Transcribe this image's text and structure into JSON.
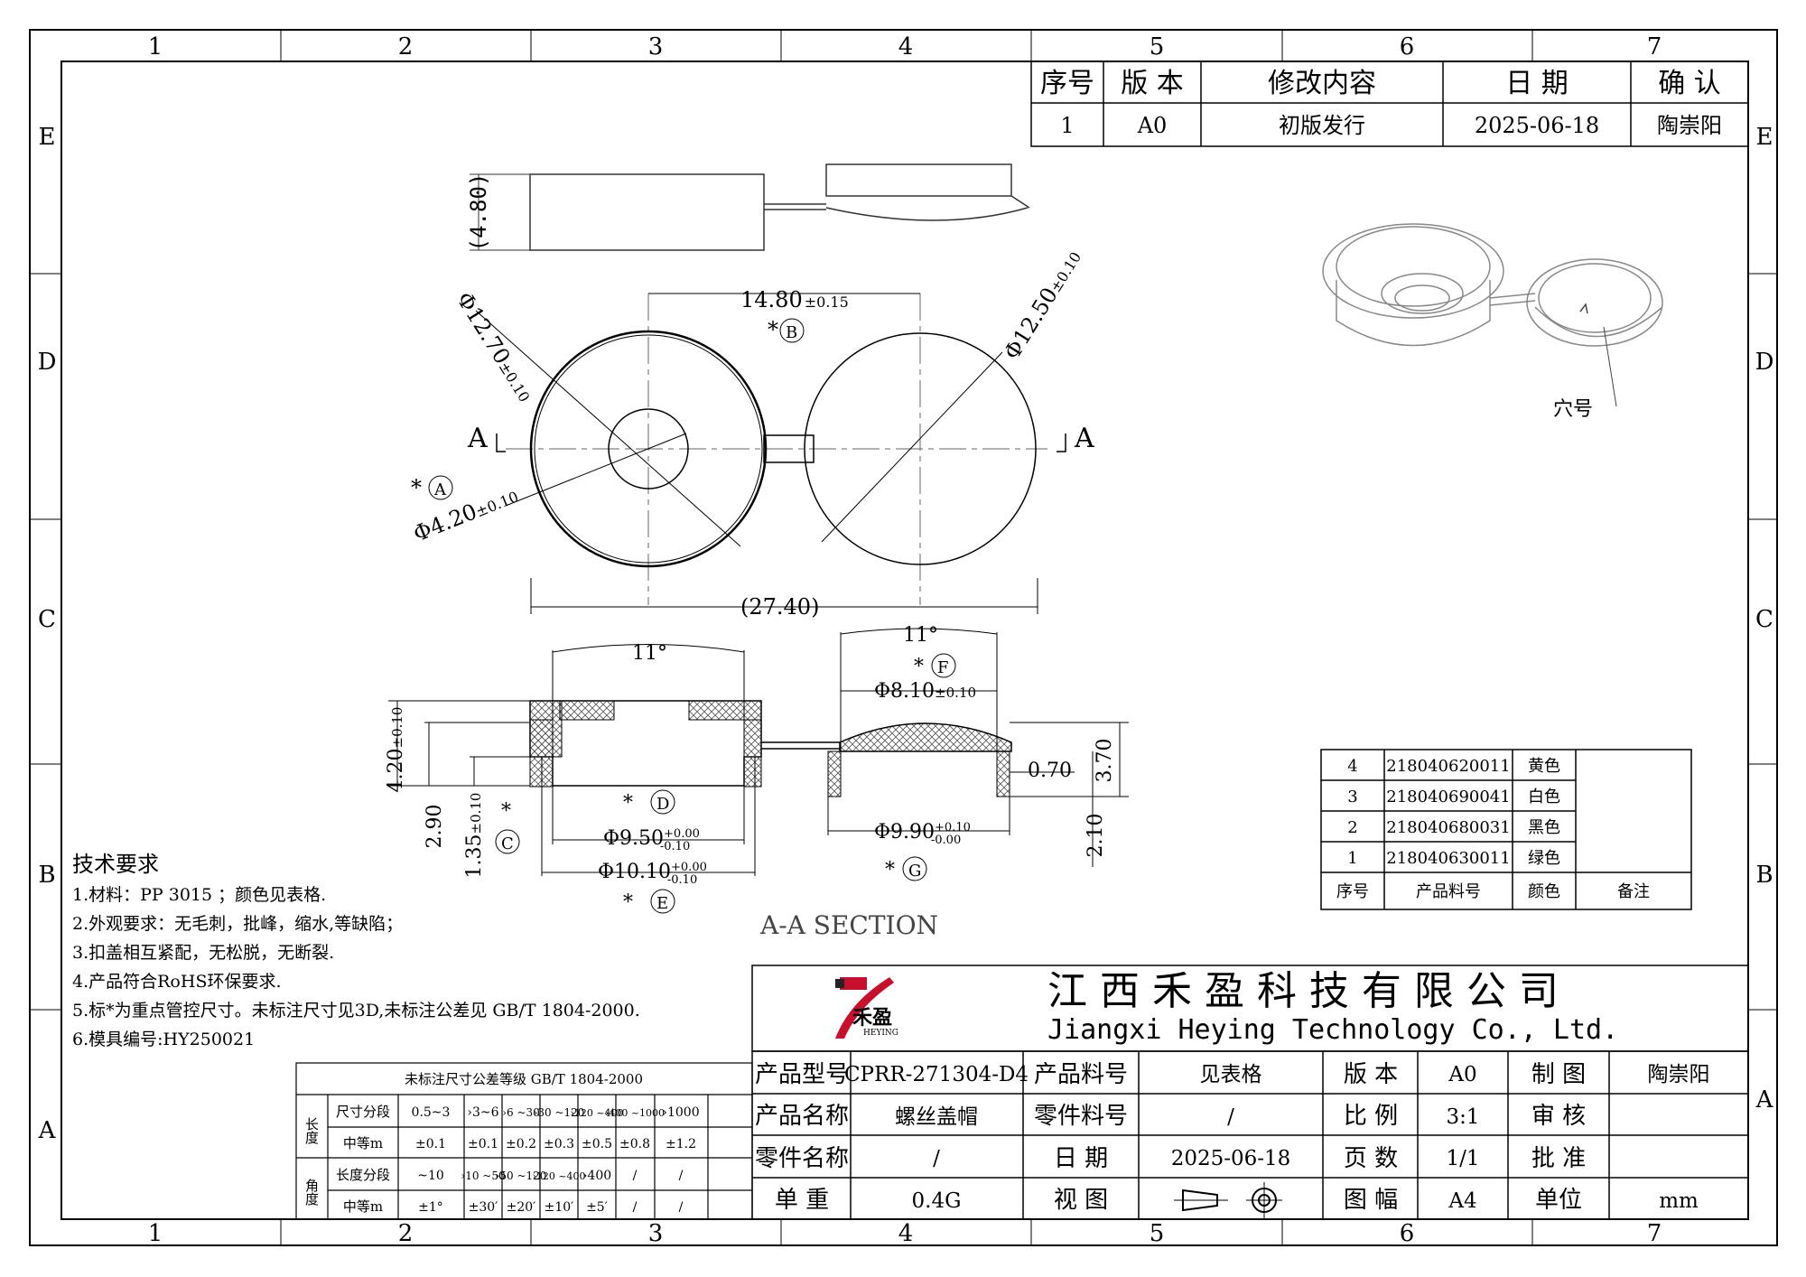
{
  "grid": {
    "columns": [
      "1",
      "2",
      "3",
      "4",
      "5",
      "6",
      "7"
    ],
    "rows": [
      "E",
      "D",
      "C",
      "B",
      "A"
    ]
  },
  "revision_table": {
    "headers": [
      "序号",
      "版 本",
      "修改内容",
      "日 期",
      "确 认"
    ],
    "rows": [
      [
        "1",
        "A0",
        "初版发行",
        "2025-06-18",
        "陶崇阳"
      ]
    ]
  },
  "dimensions": {
    "height_ref": "(4.80)",
    "center_dist": "14.80",
    "center_dist_tol": "±0.15",
    "mark_b": "B",
    "dia_left": "Φ12.70",
    "dia_left_tol": "±0.10",
    "dia_right": "Φ12.50",
    "dia_right_tol": "±0.10",
    "dia_hole": "Φ4.20",
    "dia_hole_tol": "±0.10",
    "mark_a": "A",
    "overall_ref": "(27.40)",
    "section_label": "A",
    "star": "*",
    "angle_left": "11°",
    "angle_right": "11°",
    "thick_left": "4.20",
    "thick_left_tol": "±0.10",
    "h_290": "2.90",
    "h_135": "1.35",
    "h_135_tol": "±0.10",
    "mark_c": "C",
    "mark_d": "D",
    "dia_950": "Φ9.50",
    "dia_950_up": "+0.00",
    "dia_950_dn": "-0.10",
    "dia_1010": "Φ10.10",
    "dia_1010_up": "+0.00",
    "dia_1010_dn": "-0.10",
    "mark_e": "E",
    "mark_f": "F",
    "dia_810": "Φ8.10",
    "dia_810_tol": "±0.10",
    "wall_070": "0.70",
    "h_370": "3.70",
    "h_210": "2.10",
    "dia_990": "Φ9.90",
    "dia_990_up": "+0.10",
    "dia_990_dn": "-0.00",
    "mark_g": "G",
    "section_title": "A-A SECTION",
    "cavity_label": "穴号"
  },
  "color_table": {
    "rows": [
      [
        "4",
        "218040620011",
        "黄色",
        ""
      ],
      [
        "3",
        "218040690041",
        "白色",
        ""
      ],
      [
        "2",
        "218040680031",
        "黑色",
        ""
      ],
      [
        "1",
        "218040630011",
        "绿色",
        ""
      ]
    ],
    "headers": [
      "序号",
      "产品料号",
      "颜色",
      "备注"
    ]
  },
  "tech_requirements": {
    "title": "技术要求",
    "items": [
      "1.材料：PP 3015 ；颜色见表格.",
      "2.外观要求：无毛刺，批峰，缩水,等缺陷；",
      "3.扣盖相互紧配，无松脱，无断裂.",
      "4.产品符合RoHS环保要求.",
      "5.标*为重点管控尺寸。未标注尺寸见3D,未标注公差见 GB/T 1804-2000.",
      "6.模具编号:HY250021"
    ]
  },
  "tolerance_table": {
    "title": "未标注尺寸公差等级   GB/T 1804-2000",
    "length_label": "长度",
    "angle_label": "角度",
    "size_seg": "尺寸分段",
    "medium": "中等m",
    "length_seg": "长度分段",
    "len_ranges": [
      "0.5~3",
      "›3~6",
      "›6 ~30",
      "›30 ~120",
      "›120 ~400",
      "›400 ~1000",
      "›1000"
    ],
    "len_tols": [
      "±0.1",
      "±0.1",
      "±0.2",
      "±0.3",
      "±0.5",
      "±0.8",
      "±1.2"
    ],
    "ang_ranges": [
      "~10",
      "›10 ~50",
      "›50 ~120",
      "›120 ~400",
      "›400",
      "/",
      "/"
    ],
    "ang_tols": [
      "±1°",
      "±30′",
      "±20′",
      "±10′",
      "±5′",
      "/",
      "/"
    ]
  },
  "company": {
    "logo_text": "禾盈",
    "logo_sub": "HEYING",
    "name_cn": "江 西 禾 盈 科 技 有 限 公 司",
    "name_en": "Jiangxi  Heying  Technology  Co., Ltd."
  },
  "title_block": {
    "product_model_label": "产品型号",
    "product_model": "CPRR-271304-D4",
    "product_part_label": "产品料号",
    "product_part": "见表格",
    "version_label": "版 本",
    "version": "A0",
    "drawn_label": "制 图",
    "drawn": "陶崇阳",
    "product_name_label": "产品名称",
    "product_name": "螺丝盖帽",
    "component_no_label": "零件料号",
    "component_no": "/",
    "scale_label": "比 例",
    "scale": "3:1",
    "review_label": "审 核",
    "review": "",
    "component_name_label": "零件名称",
    "component_name": "/",
    "date_label": "日   期",
    "date": "2025-06-18",
    "page_label": "页 数",
    "page": "1/1",
    "approve_label": "批 准",
    "approve": "",
    "weight_label": "单   重",
    "weight": "0.4G",
    "view_label": "视   图",
    "format_label": "图 幅",
    "format": "A4",
    "unit_label": "单位",
    "unit": "mm"
  }
}
